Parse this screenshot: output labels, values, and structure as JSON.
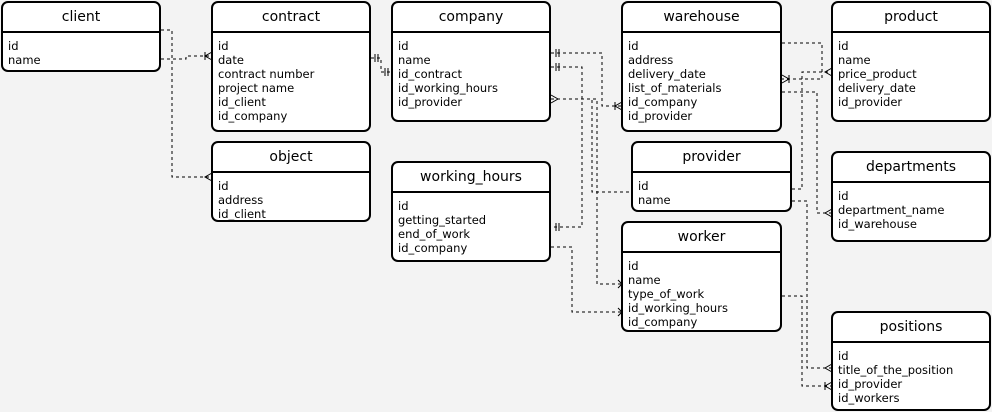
{
  "entities": {
    "client": {
      "title": "client",
      "fields": [
        "id",
        "name"
      ]
    },
    "contract": {
      "title": "contract",
      "fields": [
        "id",
        "date",
        "contract number",
        "project name",
        "id_client",
        "id_company"
      ]
    },
    "company": {
      "title": "company",
      "fields": [
        "id",
        "name",
        "id_contract",
        "id_working_hours",
        "id_provider"
      ]
    },
    "warehouse": {
      "title": "warehouse",
      "fields": [
        "id",
        "address",
        "delivery_date",
        "list_of_materials",
        "id_company",
        "id_provider"
      ]
    },
    "product": {
      "title": "product",
      "fields": [
        "id",
        "name",
        "price_product",
        "delivery_date",
        "id_provider"
      ]
    },
    "object": {
      "title": "object",
      "fields": [
        "id",
        "address",
        "id_client"
      ]
    },
    "working_hours": {
      "title": "working_hours",
      "fields": [
        "id",
        "getting_started",
        "end_of_work",
        "id_company"
      ]
    },
    "provider": {
      "title": "provider",
      "fields": [
        "id",
        "name"
      ]
    },
    "departments": {
      "title": "departments",
      "fields": [
        "id",
        "department_name",
        "id_warehouse"
      ]
    },
    "worker": {
      "title": "worker",
      "fields": [
        "id",
        "name",
        "type_of_work",
        "id_working_hours",
        "id_company"
      ]
    },
    "positions": {
      "title": "positions",
      "fields": [
        "id",
        "title_of_the_position",
        "id_provider",
        "id_workers"
      ]
    }
  }
}
